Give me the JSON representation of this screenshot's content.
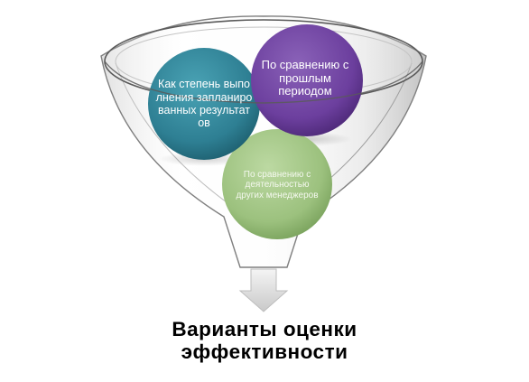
{
  "diagram": {
    "items": [
      {
        "id": "teal",
        "text": "Как степень выполнения запланированных результатов",
        "color": "#2e7f93"
      },
      {
        "id": "purple",
        "text": "По сравнению с прошлым периодом",
        "color": "#6c3f9e"
      },
      {
        "id": "green",
        "text": "По сравнению с деятельностью других менеджеров",
        "color": "#9cc17e"
      }
    ],
    "caption_line1": "Варианты оценки",
    "caption_line2": "эффективности"
  }
}
